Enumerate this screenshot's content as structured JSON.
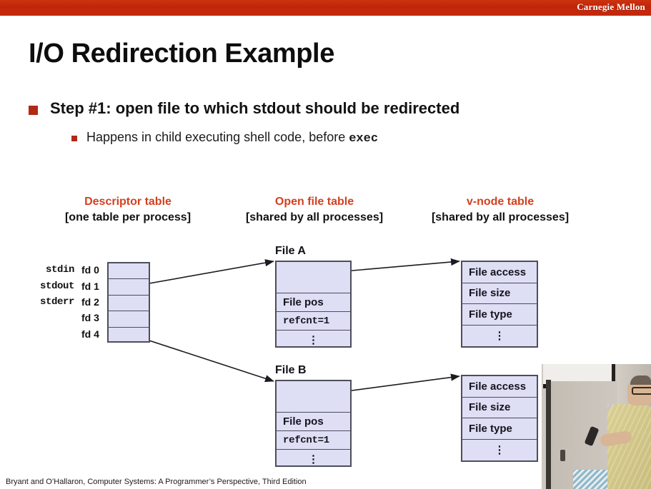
{
  "banner": {
    "brand": "Carnegie Mellon"
  },
  "slide": {
    "title": "I/O Redirection Example",
    "bullets": [
      {
        "text": "Step #1: open file to which stdout should be redirected"
      },
      {
        "text_before": "Happens in child executing shell code, before ",
        "code": "exec"
      }
    ],
    "footer": "Bryant and O’Hallaron, Computer Systems: A Programmer’s Perspective, Third Edition"
  },
  "columns": [
    {
      "heading": "Descriptor table",
      "subheading": "[one table per process]"
    },
    {
      "heading": "Open file table",
      "subheading": "[shared by all processes]"
    },
    {
      "heading": "v-node table",
      "subheading": "[shared by all processes]"
    }
  ],
  "descriptor_table": {
    "rows": [
      {
        "stream": "stdin",
        "fd": "fd 0"
      },
      {
        "stream": "stdout",
        "fd": "fd 1"
      },
      {
        "stream": "stderr",
        "fd": "fd 2"
      },
      {
        "stream": "",
        "fd": "fd 3"
      },
      {
        "stream": "",
        "fd": "fd 4"
      }
    ]
  },
  "open_file_tables": [
    {
      "title": "File A",
      "rows": [
        "",
        "File pos",
        "refcnt=1",
        "⋮"
      ]
    },
    {
      "title": "File B",
      "rows": [
        "",
        "File pos",
        "refcnt=1",
        "⋮"
      ]
    }
  ],
  "vnode_tables": [
    {
      "rows": [
        "File access",
        "File size",
        "File type",
        "⋮"
      ]
    },
    {
      "rows": [
        "File access",
        "File size",
        "File type",
        "⋮"
      ]
    }
  ],
  "colors": {
    "banner_red": "#c4280c",
    "heading_red": "#d4401f",
    "bullet_red": "#b02a16",
    "cell_fill": "#dedef5",
    "cell_border": "#4d4d5c"
  },
  "video_overlay": {
    "description": "picture-in-picture lecturer video"
  }
}
